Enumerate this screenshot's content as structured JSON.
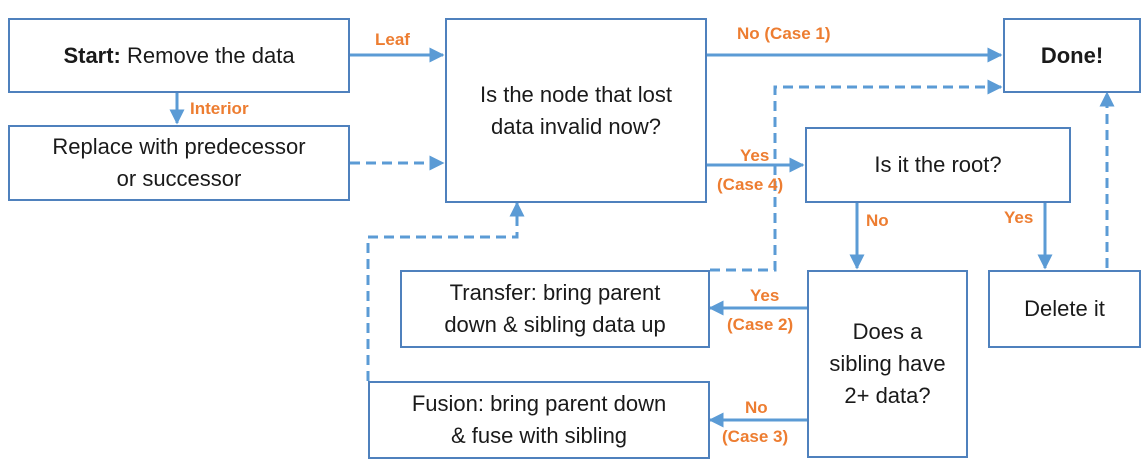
{
  "colors": {
    "box_border": "#4f81bd",
    "arrow": "#5b9bd5",
    "label": "#ed7d31"
  },
  "boxes": {
    "start": {
      "bold": "Start:",
      "text": " Remove the data"
    },
    "replace": {
      "lines": [
        "Replace with predecessor",
        "or successor"
      ]
    },
    "invalid": {
      "lines": [
        "Is the node that lost",
        "data invalid now?"
      ]
    },
    "done": {
      "bold": "Done!"
    },
    "root": {
      "text": "Is it the root?"
    },
    "delete": {
      "text": "Delete it"
    },
    "sibling": {
      "lines": [
        "Does a",
        "sibling have",
        "2+ data?"
      ]
    },
    "transfer": {
      "lines": [
        "Transfer: bring parent",
        "down & sibling data up"
      ]
    },
    "fusion": {
      "lines": [
        "Fusion: bring parent down",
        "& fuse with sibling"
      ]
    }
  },
  "labels": {
    "leaf": "Leaf",
    "interior": "Interior",
    "no_case1": "No (Case 1)",
    "yes_case4": "Yes",
    "case4": "(Case 4)",
    "no_root": "No",
    "yes_root": "Yes",
    "yes_case2": "Yes",
    "case2": "(Case 2)",
    "no_case3": "No",
    "case3": "(Case 3)"
  }
}
